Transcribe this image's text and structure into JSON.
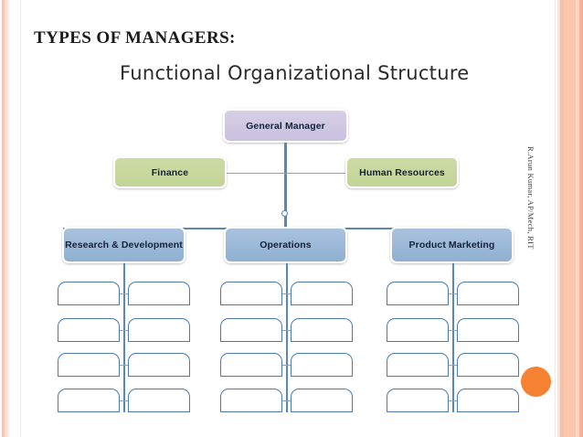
{
  "slide": {
    "title": "TYPES OF MANAGERS:",
    "subtitle": "Functional Organizational Structure",
    "credit": "R.Arun Kumar, AP/Mech, RIT",
    "background_color": "#ffffff",
    "accent_color": "#f58233",
    "edge_band_color": "#fbc6ab"
  },
  "chart": {
    "type": "org-chart",
    "root": {
      "label": "General Manager",
      "color": "#cdc5e0"
    },
    "staff": [
      {
        "label": "Finance",
        "color": "#c8d79e",
        "side": "left"
      },
      {
        "label": "Human Resources",
        "color": "#c8d79e",
        "side": "right"
      }
    ],
    "divisions": [
      {
        "label": "Research & Development",
        "color": "#9cb9d8",
        "leaf_rows": 4,
        "leaf_cols": 2
      },
      {
        "label": "Operations",
        "color": "#9cb9d8",
        "leaf_rows": 4,
        "leaf_cols": 2
      },
      {
        "label": "Product Marketing",
        "color": "#9cb9d8",
        "leaf_rows": 4,
        "leaf_cols": 2
      }
    ],
    "leaf_label": "",
    "line_color": "#5b86b5"
  }
}
